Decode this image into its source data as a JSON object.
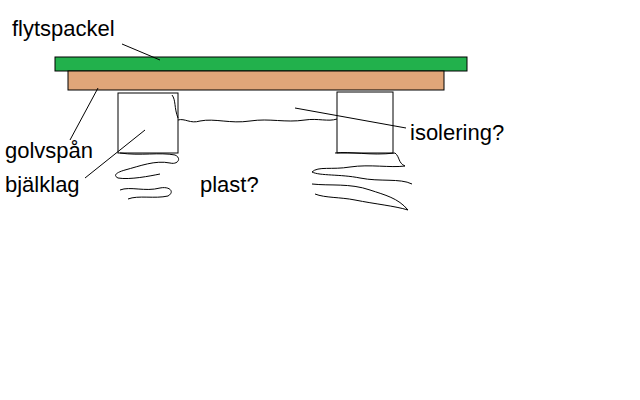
{
  "diagram": {
    "labels": [
      "flytspackel",
      "golvspån",
      "bjälklag",
      "isolering?",
      "plast?"
    ]
  }
}
